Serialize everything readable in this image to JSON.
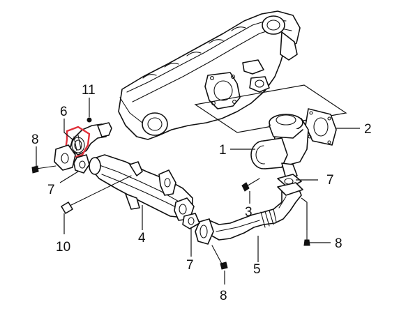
{
  "callouts": [
    {
      "id": "c11",
      "text": "11"
    },
    {
      "id": "c6",
      "text": "6"
    },
    {
      "id": "c8a",
      "text": "8"
    },
    {
      "id": "c7a",
      "text": "7"
    },
    {
      "id": "c10",
      "text": "10"
    },
    {
      "id": "c1",
      "text": "1"
    },
    {
      "id": "c2",
      "text": "2"
    },
    {
      "id": "c7b",
      "text": "7"
    },
    {
      "id": "c3",
      "text": "3"
    },
    {
      "id": "c4",
      "text": "4"
    },
    {
      "id": "c7c",
      "text": "7"
    },
    {
      "id": "c5",
      "text": "5"
    },
    {
      "id": "c8b",
      "text": "8"
    },
    {
      "id": "c8c",
      "text": "8"
    }
  ],
  "highlight": {
    "color": "#e0303a",
    "part": "6"
  },
  "colors": {
    "line": "#111111",
    "background": "#ffffff"
  }
}
